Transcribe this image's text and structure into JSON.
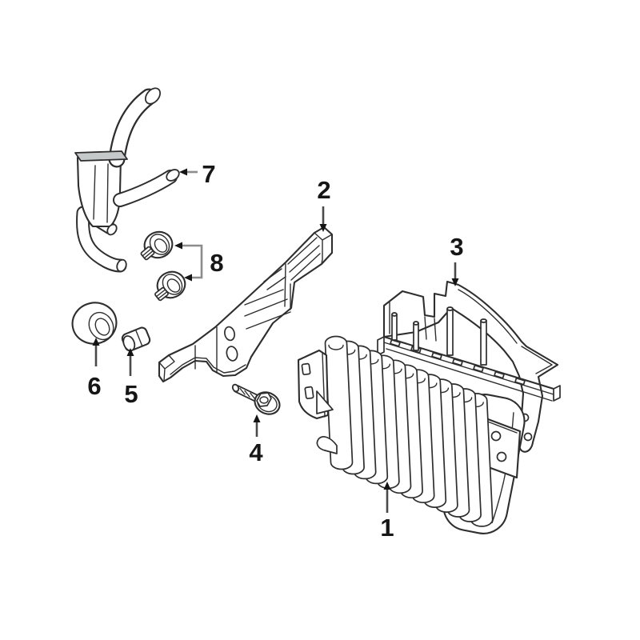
{
  "diagram": {
    "background_color": "#ffffff",
    "line_color": "#2e2e2e",
    "leader_color": "#8c8c8c",
    "leader_dark_color": "#4a4a4a",
    "number_color": "#161616",
    "callouts": [
      {
        "label": "1"
      },
      {
        "label": "2"
      },
      {
        "label": "3"
      },
      {
        "label": "4"
      },
      {
        "label": "5"
      },
      {
        "label": "6"
      },
      {
        "label": "7"
      },
      {
        "label": "8"
      }
    ]
  }
}
